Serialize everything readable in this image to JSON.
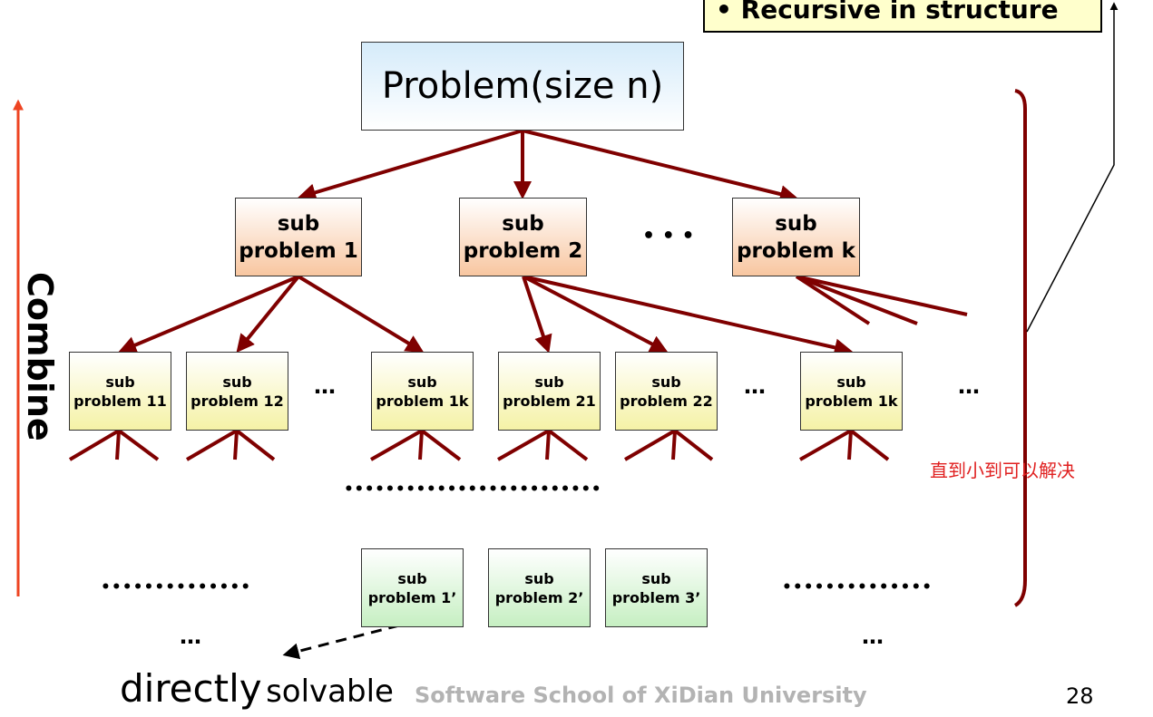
{
  "callout_text": "• Recursive in structure",
  "top_problem": "Problem(size n)",
  "level1": [
    {
      "line1": "sub",
      "line2": "problem 1"
    },
    {
      "line1": "sub",
      "line2": "problem 2"
    },
    {
      "line1": "sub",
      "line2": "problem k"
    }
  ],
  "level2": [
    {
      "line1": "sub",
      "line2": "problem 11"
    },
    {
      "line1": "sub",
      "line2": "problem 12"
    },
    {
      "line1": "sub",
      "line2": "problem 1k"
    },
    {
      "line1": "sub",
      "line2": "problem 21"
    },
    {
      "line1": "sub",
      "line2": "problem 22"
    },
    {
      "line1": "sub",
      "line2": "problem 1k"
    }
  ],
  "level3": [
    {
      "line1": "sub",
      "line2": "problem 1’"
    },
    {
      "line1": "sub",
      "line2": "problem 2’"
    },
    {
      "line1": "sub",
      "line2": "problem 3’"
    }
  ],
  "ellipsis_short": "…",
  "ellipsis_l1": "• • •",
  "ellipsis_mid": "•••••••••••••••••••••••••",
  "ellipsis_row": "••••••••••••••",
  "combine_label": "Combine",
  "note_cn": "直到小到可以解决",
  "solvable_big": "directly",
  "solvable_small": "solvable",
  "footer": "Software School of XiDian University",
  "page_number": "28",
  "colors": {
    "arrow": "#7f0000",
    "combine_arrow": "#ee4422",
    "note": "#e02020",
    "footer": "#b3b3b3"
  }
}
